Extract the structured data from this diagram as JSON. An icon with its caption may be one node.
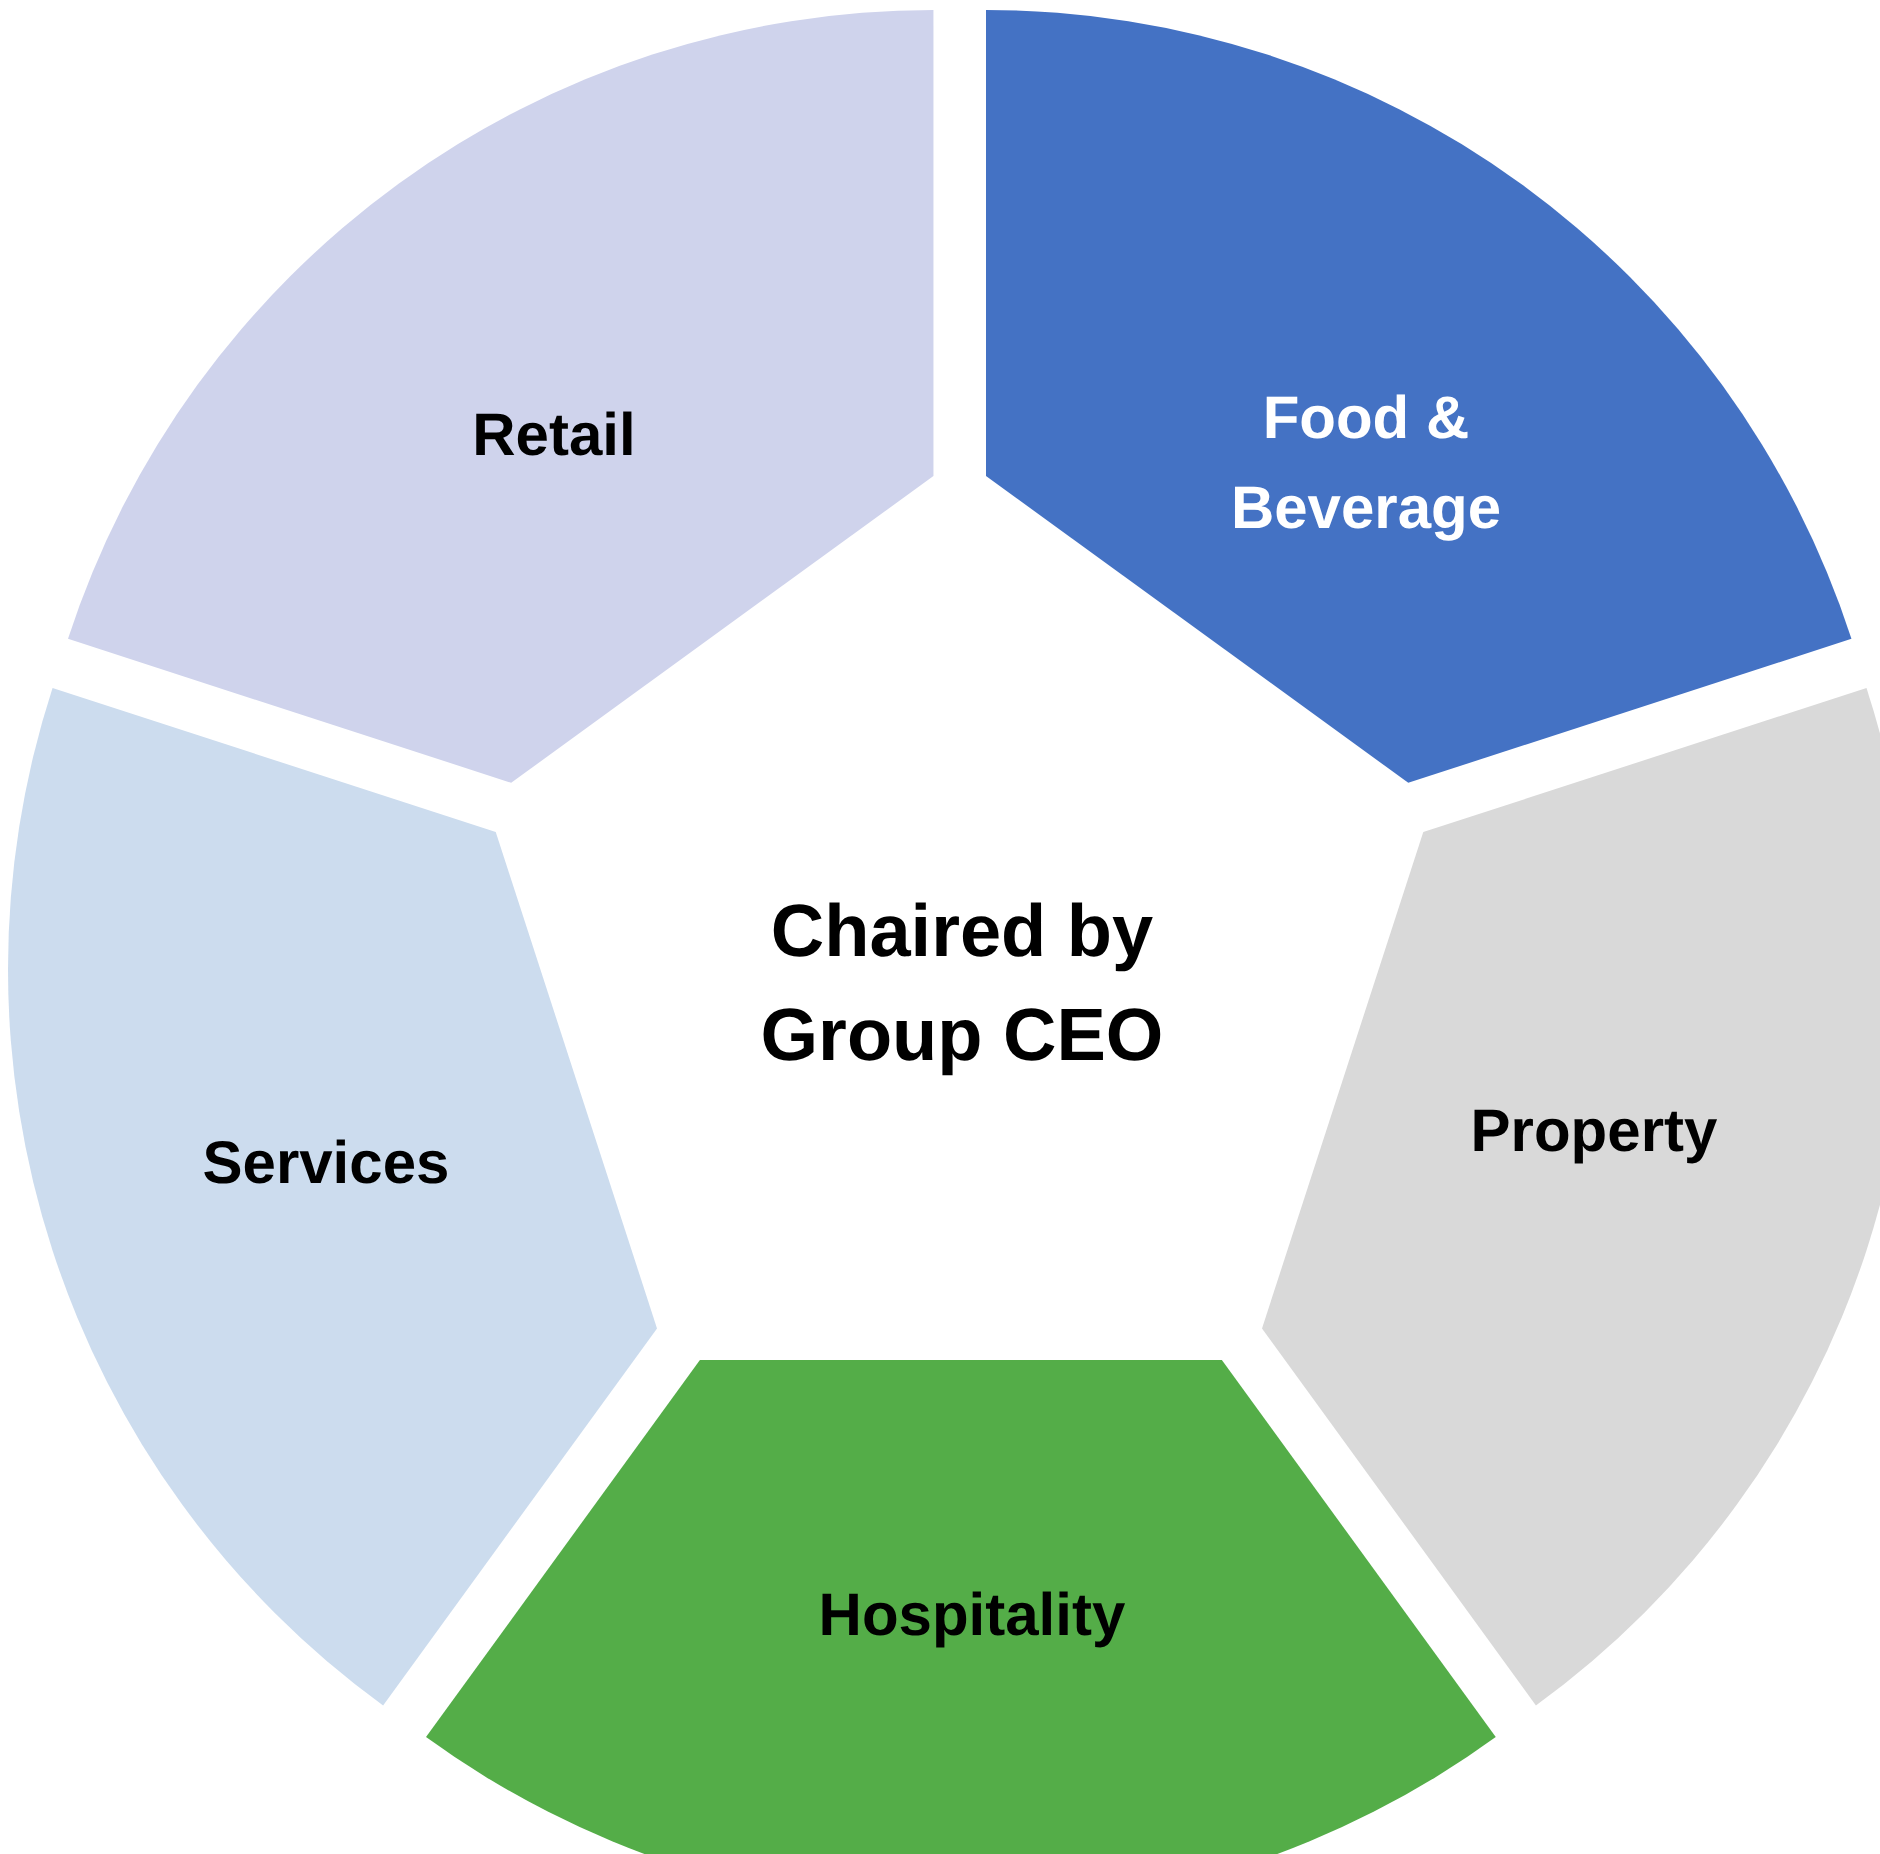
{
  "diagram": {
    "nodes": [
      {
        "text": [
          "Retail"
        ]
      },
      {
        "text": [
          "Food & Beverage"
        ]
      },
      {
        "text": [
          "Property"
        ]
      },
      {
        "text": [
          "Hospitality"
        ]
      },
      {
        "text": [
          "Services"
        ]
      }
    ],
    "labels": [
      "Chaired by Group CEO"
    ]
  }
}
